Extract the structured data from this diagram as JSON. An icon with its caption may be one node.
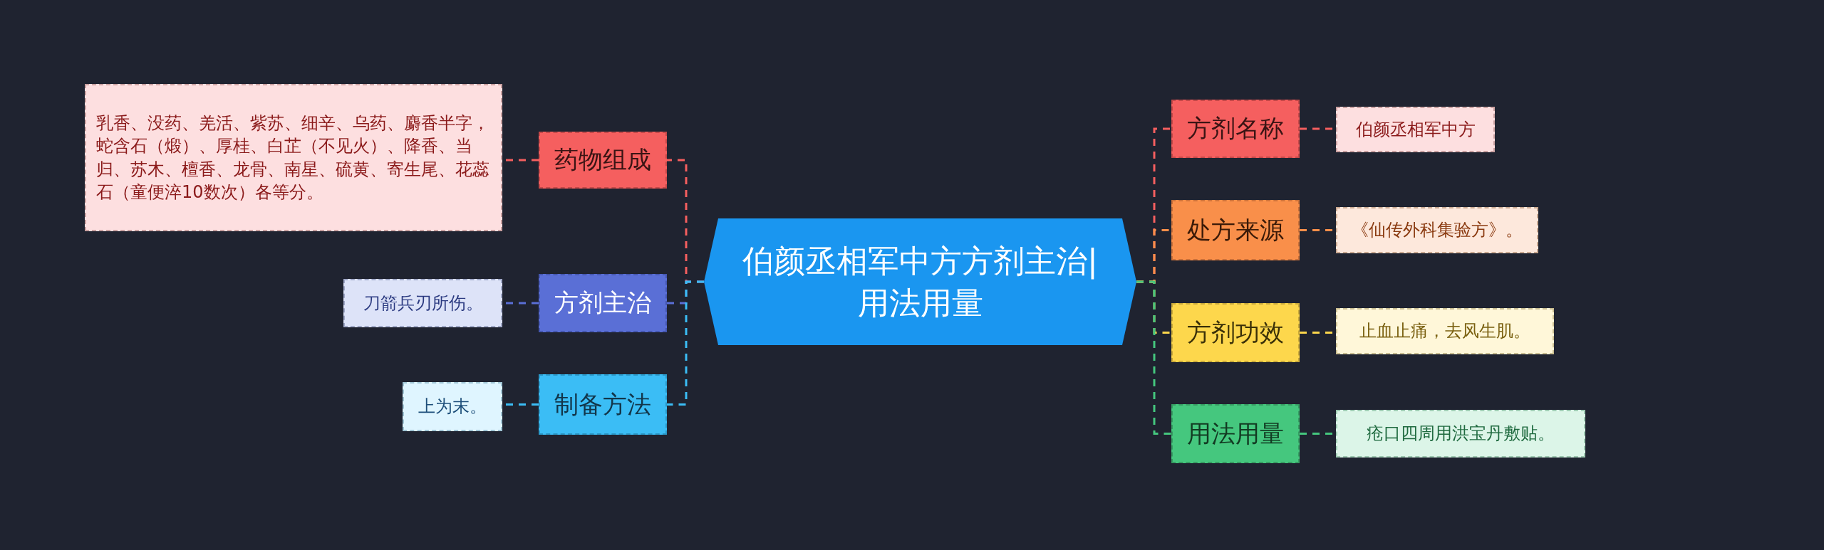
{
  "diagram": {
    "nodes": [
      {
        "text": [
          "伯颜丞相军中方方剂主治|用法用量"
        ]
      },
      {
        "text": [
          "药物组成"
        ]
      },
      {
        "text": [
          "乳香、没药、羌活、紫苏、细辛、乌药、麝香半字，蛇含石（煅）、厚桂、白芷（不见火）、降香、当归、苏木、檀香、龙骨、南星、硫黄、寄生尾、花蕊石（童便淬10数次）各等分。"
        ]
      },
      {
        "text": [
          "方剂主治"
        ]
      },
      {
        "text": [
          "刀箭兵刃所伤。"
        ]
      },
      {
        "text": [
          "制备方法"
        ]
      },
      {
        "text": [
          "上为末。"
        ]
      },
      {
        "text": [
          "方剂名称"
        ]
      },
      {
        "text": [
          "伯颜丞相军中方"
        ]
      },
      {
        "text": [
          "处方来源"
        ]
      },
      {
        "text": [
          "《仙传外科集验方》。"
        ]
      },
      {
        "text": [
          "方剂功效"
        ]
      },
      {
        "text": [
          "止血止痛，去风生肌。"
        ]
      },
      {
        "text": [
          "用法用量"
        ]
      },
      {
        "text": [
          "疮口四周用洪宝丹敷贴。"
        ]
      }
    ],
    "edges": [
      {
        "from": 0,
        "to": 1,
        "arrow": "none",
        "color": "#f55f5f"
      },
      {
        "from": 1,
        "to": 2,
        "arrow": "none",
        "color": "#f55f5f"
      },
      {
        "from": 0,
        "to": 3,
        "arrow": "none",
        "color": "#5a6fd6"
      },
      {
        "from": 3,
        "to": 4,
        "arrow": "none",
        "color": "#5a6fd6"
      },
      {
        "from": 0,
        "to": 5,
        "arrow": "none",
        "color": "#3bbdf5"
      },
      {
        "from": 5,
        "to": 6,
        "arrow": "none",
        "color": "#3bbdf5"
      },
      {
        "from": 0,
        "to": 7,
        "arrow": "none",
        "color": "#f55f5f"
      },
      {
        "from": 7,
        "to": 8,
        "arrow": "none",
        "color": "#f55f5f"
      },
      {
        "from": 0,
        "to": 9,
        "arrow": "none",
        "color": "#f98f4a"
      },
      {
        "from": 9,
        "to": 10,
        "arrow": "none",
        "color": "#f98f4a"
      },
      {
        "from": 0,
        "to": 11,
        "arrow": "none",
        "color": "#fdd74c"
      },
      {
        "from": 11,
        "to": 12,
        "arrow": "none",
        "color": "#fdd74c"
      },
      {
        "from": 0,
        "to": 13,
        "arrow": "none",
        "color": "#45c77e"
      },
      {
        "from": 13,
        "to": 14,
        "arrow": "none",
        "color": "#45c77e"
      }
    ]
  }
}
